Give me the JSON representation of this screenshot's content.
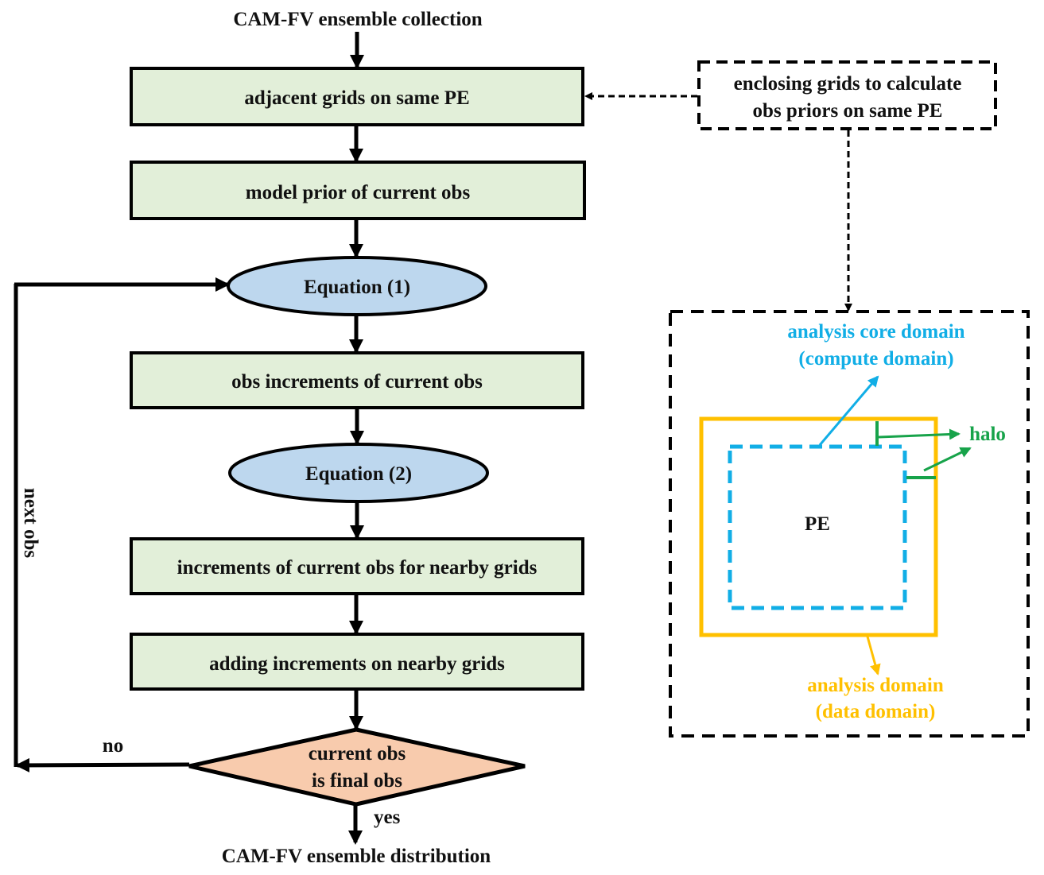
{
  "colors": {
    "process_fill": "#e2efd9",
    "ellipse_fill": "#bdd7ee",
    "decision_fill": "#f8cbad",
    "core_domain": "#11aee6",
    "analysis_domain": "#ffc000",
    "halo": "#17a34a",
    "stroke": "#000000"
  },
  "flow": {
    "start_label": "CAM-FV ensemble collection",
    "end_label": "CAM-FV ensemble distribution",
    "steps": [
      "adjacent grids on same PE",
      "model prior of current obs",
      "Equation (1)",
      "obs increments of current obs",
      "Equation (2)",
      "increments of current obs for nearby grids",
      "adding increments on nearby grids"
    ],
    "decision": {
      "line1": "current obs",
      "line2": "is final obs"
    },
    "yes_label": "yes",
    "no_label": "no",
    "loop_label": "next obs"
  },
  "side": {
    "note_line1": "enclosing grids to calculate",
    "note_line2": "obs priors on same PE",
    "core_label_line1": "analysis core domain",
    "core_label_line2": "(compute domain)",
    "halo_label": "halo",
    "pe_label": "PE",
    "domain_label_line1": "analysis domain",
    "domain_label_line2": "(data domain)"
  }
}
